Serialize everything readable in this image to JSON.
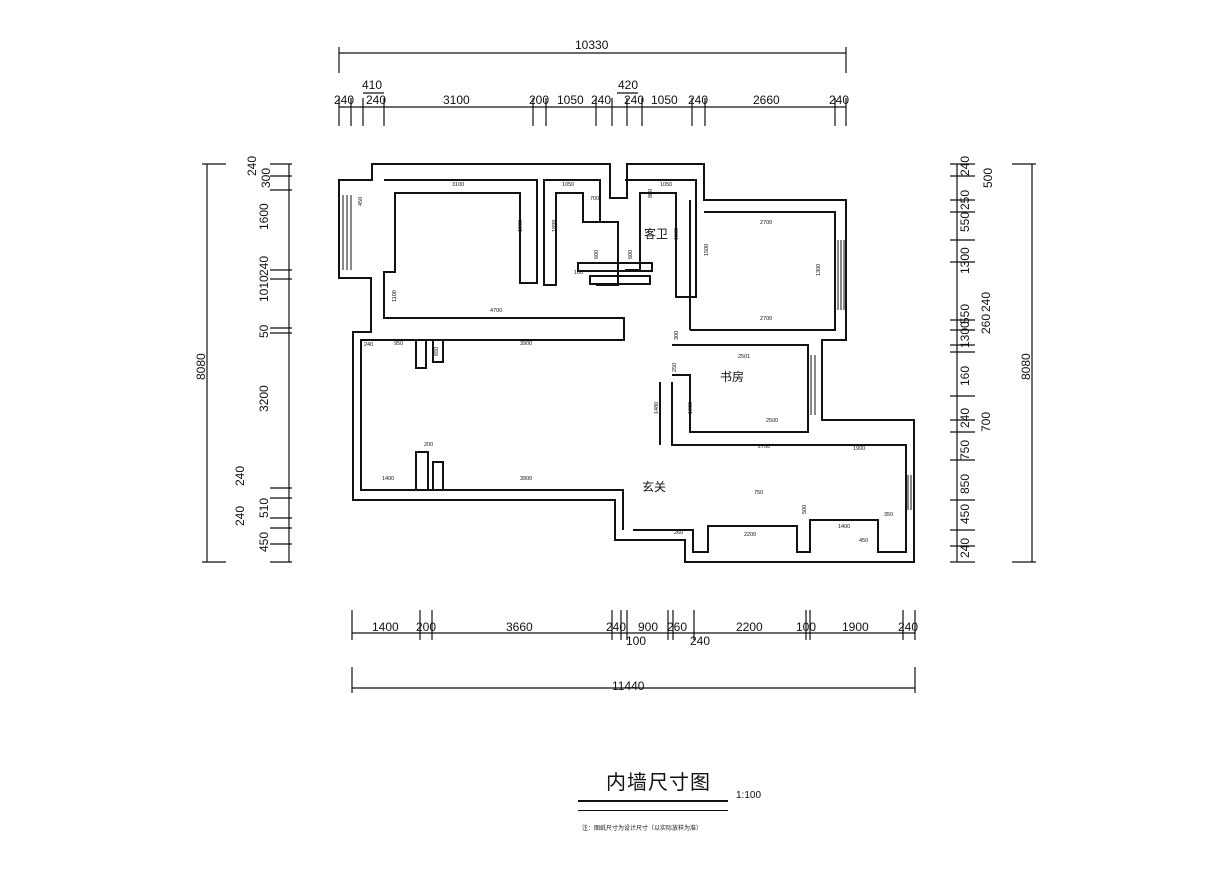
{
  "drawing": {
    "title": "内墙尺寸图",
    "scale": "1:100",
    "note": "注：图纸尺寸为设计尺寸（以实际放样为准）"
  },
  "rooms": {
    "guest_bath": "客卫",
    "study": "书房",
    "entrance": "玄关"
  },
  "dimensions": {
    "top_overall": "10330",
    "top_upper_1": "410",
    "top_upper_2": "420",
    "top_chain": [
      "240",
      "240",
      "3100",
      "200",
      "1050",
      "240",
      "240",
      "1050",
      "240",
      "2660",
      "240"
    ],
    "bottom_overall": "11440",
    "bottom_chain": [
      "1400",
      "200",
      "3660",
      "240",
      "900",
      "260",
      "2200",
      "100",
      "1900",
      "240"
    ],
    "bottom_lower": [
      "100",
      "240"
    ],
    "left_overall": "8080",
    "left_chain": [
      "240",
      "300",
      "1600",
      "240",
      "1010",
      "50",
      "3200",
      "240",
      "510",
      "240",
      "450"
    ],
    "right_overall": "8080",
    "right_chain": [
      "240",
      "500",
      "250",
      "550",
      "1300",
      "240",
      "550",
      "260",
      "1300",
      "160",
      "240",
      "700",
      "750",
      "850",
      "450",
      "240"
    ]
  },
  "interior_labels": [
    "3100",
    "1050",
    "1050",
    "2700",
    "2700",
    "2700",
    "2500",
    "2501",
    "4700",
    "3900",
    "3900",
    "1900",
    "2200",
    "1400",
    "1400",
    "950",
    "600",
    "600",
    "650",
    "1800",
    "1300",
    "1100",
    "1990",
    "1899",
    "800",
    "700",
    "750",
    "260",
    "450",
    "200",
    "100",
    "300",
    "1000",
    "1500",
    "1480",
    "450",
    "250",
    "350",
    "500",
    "240"
  ]
}
